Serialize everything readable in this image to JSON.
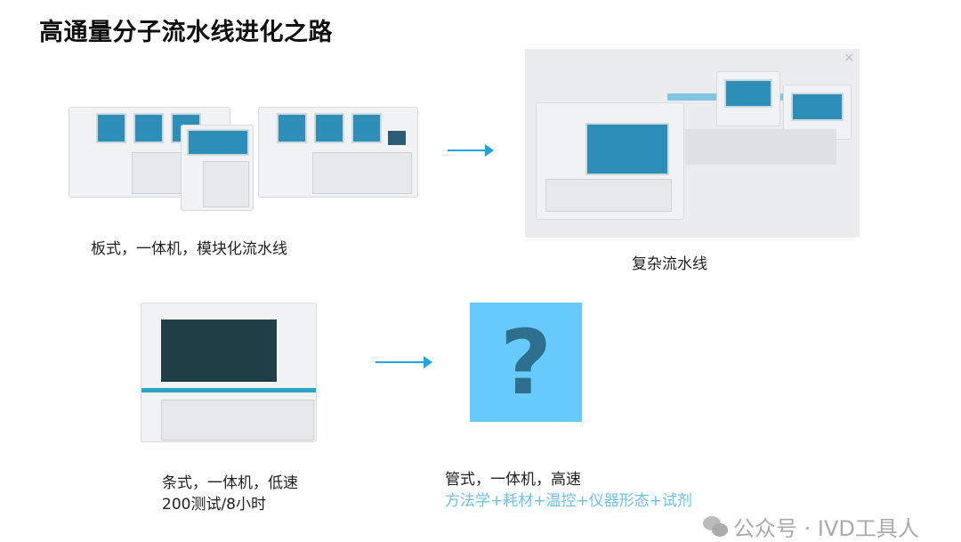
{
  "title": "高通量分子流水线进化之路",
  "sections": {
    "plate": {
      "caption": "板式，一体机，模块化流水线"
    },
    "complex": {
      "caption": "复杂流水线"
    },
    "strip": {
      "caption_line1": "条式，一体机，低速",
      "caption_line2": "200测试/8小时"
    },
    "tube": {
      "caption_line1": "管式，一体机，高速",
      "caption_line2": "方法学+耗材+温控+仪器形态+试剂"
    }
  },
  "unknown_symbol": "?",
  "watermark": "公众号 · IVD工具人",
  "close_symbol": "×",
  "colors": {
    "arrow": "#1aa7e8",
    "question_bg": "#66cbfc",
    "highlight_text": "#6cc0ea"
  }
}
